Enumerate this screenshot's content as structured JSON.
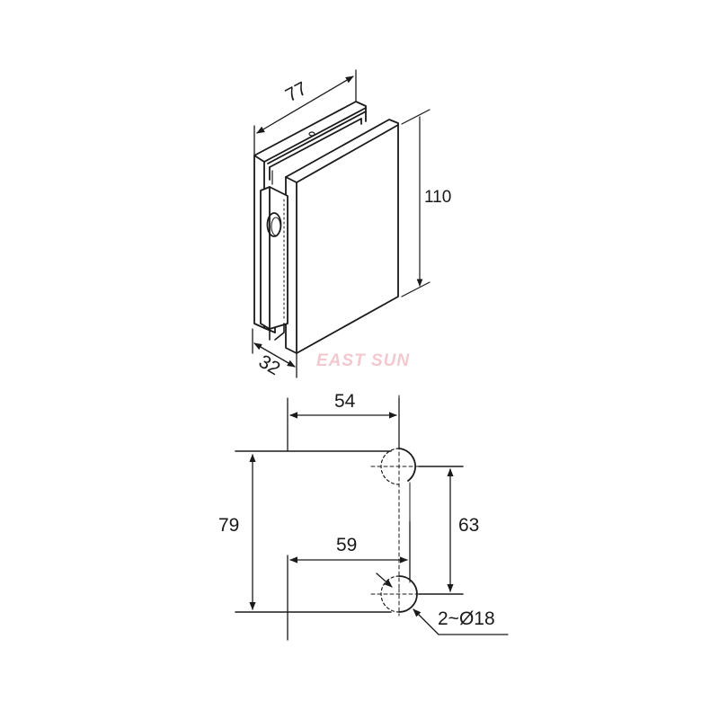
{
  "drawing": {
    "type": "technical-drawing",
    "subject": "glass door hinge / patch fitting",
    "watermark": "EAST SUN",
    "line_color": "#1a1a1a",
    "watermark_color": "#f2c9cf",
    "isometric_view": {
      "dimensions": {
        "width": "77",
        "height": "110",
        "depth": "32"
      }
    },
    "plan_view": {
      "dimensions": {
        "top_offset": "54",
        "overall_height": "79",
        "pivot_spacing": "63",
        "bottom_offset": "59",
        "pivot_diameter": "2~Ø18"
      }
    }
  }
}
